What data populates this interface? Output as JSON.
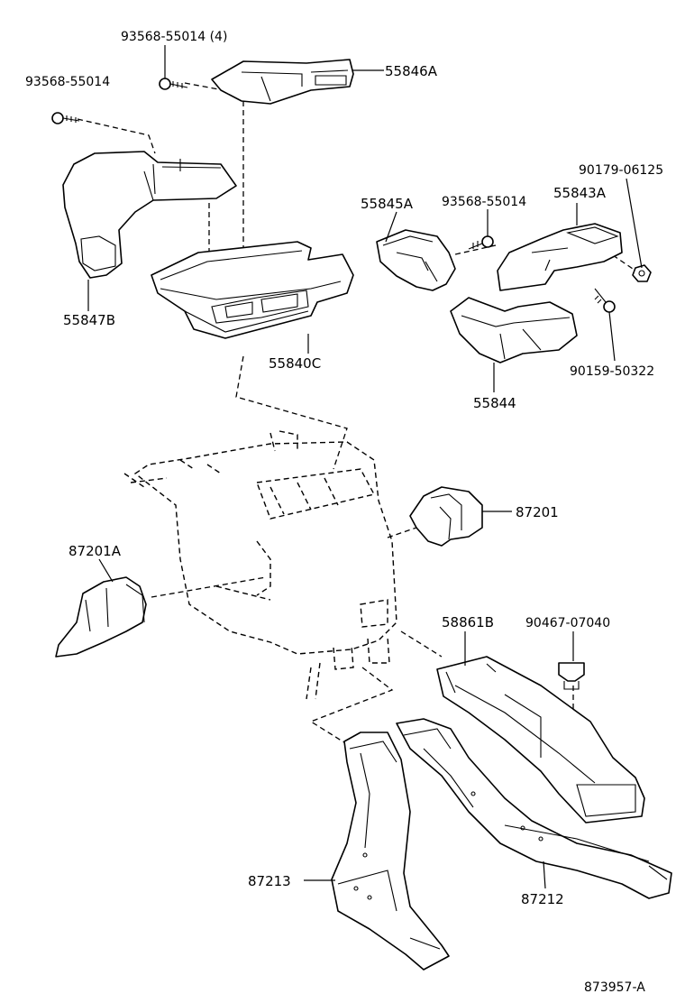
{
  "diagram": {
    "part_labels": {
      "p93568_55014_qty4": "93568-55014 (4)",
      "p93568_55014_left": "93568-55014",
      "p55846A": "55846A",
      "p90179_06125": "90179-06125",
      "p55845A": "55845A",
      "p93568_55014_mid": "93568-55014",
      "p55843A": "55843A",
      "p55847B": "55847B",
      "p55840C": "55840C",
      "p90159_50322": "90159-50322",
      "p55844": "55844",
      "p87201": "87201",
      "p87201A": "87201A",
      "p58861B": "58861B",
      "p90467_07040": "90467-07040",
      "p87213": "87213",
      "p87212": "87212",
      "figure_id": "873957-A"
    }
  }
}
